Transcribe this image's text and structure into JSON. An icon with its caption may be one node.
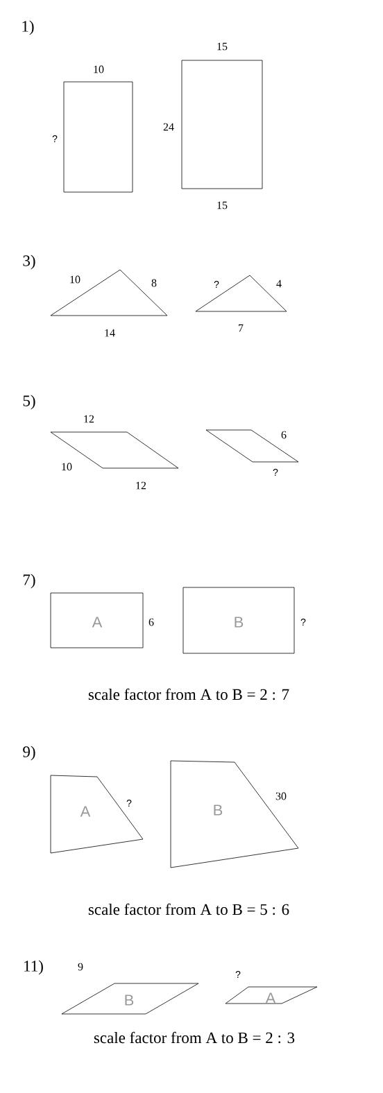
{
  "diagram": {
    "nodes": [
      {
        "text": [],
        "shape": "box"
      },
      {
        "text": [],
        "shape": "box"
      },
      {
        "text": [],
        "shape": "triangle"
      },
      {
        "text": [],
        "shape": "triangle"
      },
      {
        "text": [],
        "shape": "parallelogram"
      },
      {
        "text": [],
        "shape": "parallelogram"
      },
      {
        "text": [
          "A"
        ]
      },
      {
        "text": [
          "B"
        ]
      },
      {
        "text": [
          "A"
        ]
      },
      {
        "text": [
          "B"
        ]
      },
      {
        "text": [
          "B"
        ]
      },
      {
        "text": [
          "A"
        ]
      }
    ],
    "labels": [
      "1)",
      "10",
      "15",
      "?",
      "24",
      "15",
      "3)",
      "10",
      "8",
      "?",
      "4",
      "14",
      "7",
      "5)",
      "12",
      "6",
      "10",
      "12",
      "?",
      "7)",
      "6",
      "?",
      "scale factor from A to B = 2 : 7",
      "9)",
      "?",
      "30",
      "scale factor from A to B = 5 : 6",
      "11)",
      "9",
      "?",
      "scale factor from A to B = 2 : 3"
    ]
  }
}
